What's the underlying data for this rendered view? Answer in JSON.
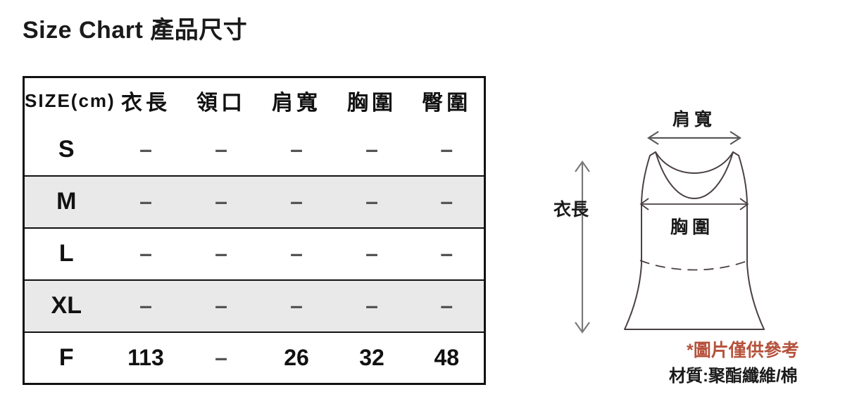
{
  "page": {
    "title": "Size Chart 產品尺寸",
    "background": "#ffffff"
  },
  "size_table": {
    "columns": [
      {
        "key": "size",
        "label": "SIZE(cm)"
      },
      {
        "key": "length",
        "label": "衣長"
      },
      {
        "key": "neck",
        "label": "領口"
      },
      {
        "key": "shoulder",
        "label": "肩寬"
      },
      {
        "key": "bust",
        "label": "胸圍"
      },
      {
        "key": "hip",
        "label": "臀圍"
      }
    ],
    "rows": [
      {
        "size": "S",
        "length": "–",
        "neck": "–",
        "shoulder": "–",
        "bust": "–",
        "hip": "–",
        "shaded": false
      },
      {
        "size": "M",
        "length": "–",
        "neck": "–",
        "shoulder": "–",
        "bust": "–",
        "hip": "–",
        "shaded": true
      },
      {
        "size": "L",
        "length": "–",
        "neck": "–",
        "shoulder": "–",
        "bust": "–",
        "hip": "–",
        "shaded": false
      },
      {
        "size": "XL",
        "length": "–",
        "neck": "–",
        "shoulder": "–",
        "bust": "–",
        "hip": "–",
        "shaded": true
      },
      {
        "size": "F",
        "length": "113",
        "neck": "–",
        "shoulder": "26",
        "bust": "32",
        "hip": "48",
        "shaded": false
      }
    ],
    "border_color": "#111111",
    "shaded_row_color": "#e9e9e9",
    "dash_color": "#555555"
  },
  "diagram": {
    "icon": "tank-top-garment-icon",
    "labels": {
      "shoulder": "肩寬",
      "length": "衣長",
      "bust": "胸圍"
    },
    "outline_color": "#4a4042",
    "arrow_color": "#7a7a7a"
  },
  "footnotes": {
    "reference": "*圖片僅供參考",
    "reference_color": "#b5523c",
    "material": "材質:聚酯纖維/棉"
  }
}
